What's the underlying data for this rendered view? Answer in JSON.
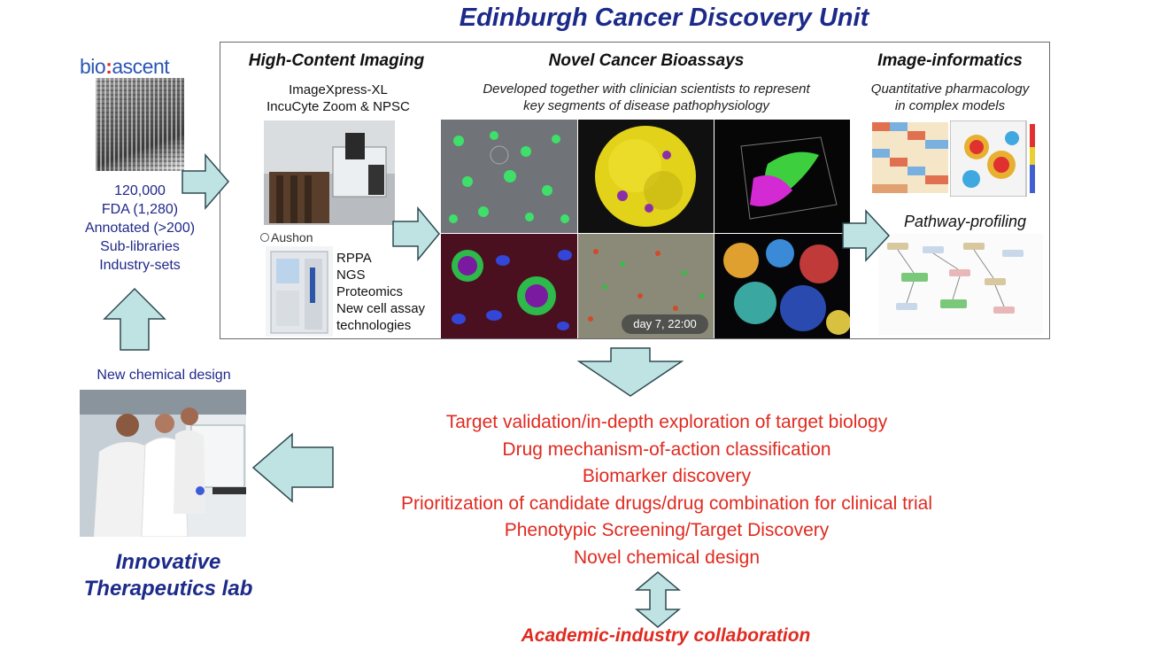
{
  "title": "Edinburgh Cancer Discovery Unit",
  "left_panel": {
    "logo": "bio ascent",
    "logo_parts": [
      "bio",
      "ascent"
    ],
    "library": [
      "120,000",
      "FDA (1,280)",
      "Annotated (>200)",
      "Sub-libraries",
      "Industry-sets"
    ],
    "new_chemical_design": "New chemical design",
    "lab_title": [
      "Innovative",
      "Therapeutics lab"
    ]
  },
  "sections": {
    "imaging": {
      "title": "High-Content Imaging",
      "instruments": [
        "ImageXpress-XL",
        "IncuCyte Zoom & NPSC"
      ],
      "brand": "Aushon",
      "technologies": [
        "RPPA",
        "NGS",
        "Proteomics",
        "New cell assay",
        "technologies"
      ]
    },
    "bioassays": {
      "title": "Novel Cancer Bioassays",
      "subtitle": [
        "Developed together with clinician scientists to represent",
        "key segments of disease pathophysiology"
      ],
      "timestamp": "day 7, 22:00"
    },
    "informatics": {
      "title": "Image-informatics",
      "subtitle": [
        "Quantitative pharmacology",
        "in complex models"
      ],
      "pathway": "Pathway-profiling"
    }
  },
  "outcomes": [
    "Target validation/in-depth exploration of target biology",
    "Drug mechanism-of-action classification",
    "Biomarker discovery",
    "Prioritization of candidate drugs/drug combination for clinical trial",
    "Phenotypic Screening/Target Discovery",
    "Novel chemical design"
  ],
  "collaboration": "Academic-industry collaboration",
  "colors": {
    "title_blue": "#1c2a8a",
    "text_blue": "#20288a",
    "outcome_red": "#e02a20",
    "arrow_fill": "#bfe3e3",
    "arrow_stroke": "#2e4a52"
  }
}
